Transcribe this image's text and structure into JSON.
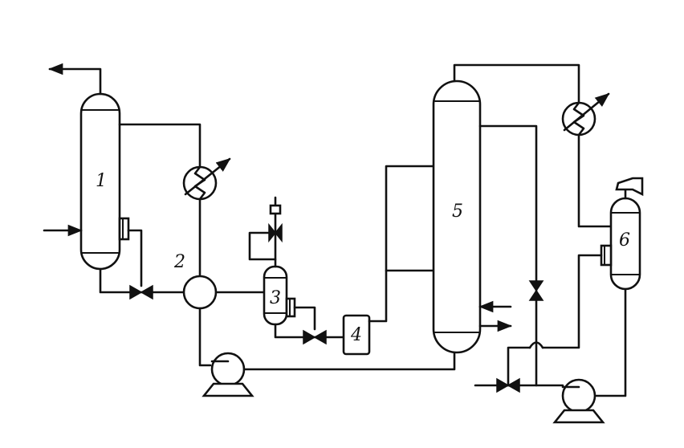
{
  "labels": {
    "column1": "1",
    "separator2": "2",
    "vessel3": "3",
    "unit4": "4",
    "column5": "5",
    "vessel6": "6"
  }
}
